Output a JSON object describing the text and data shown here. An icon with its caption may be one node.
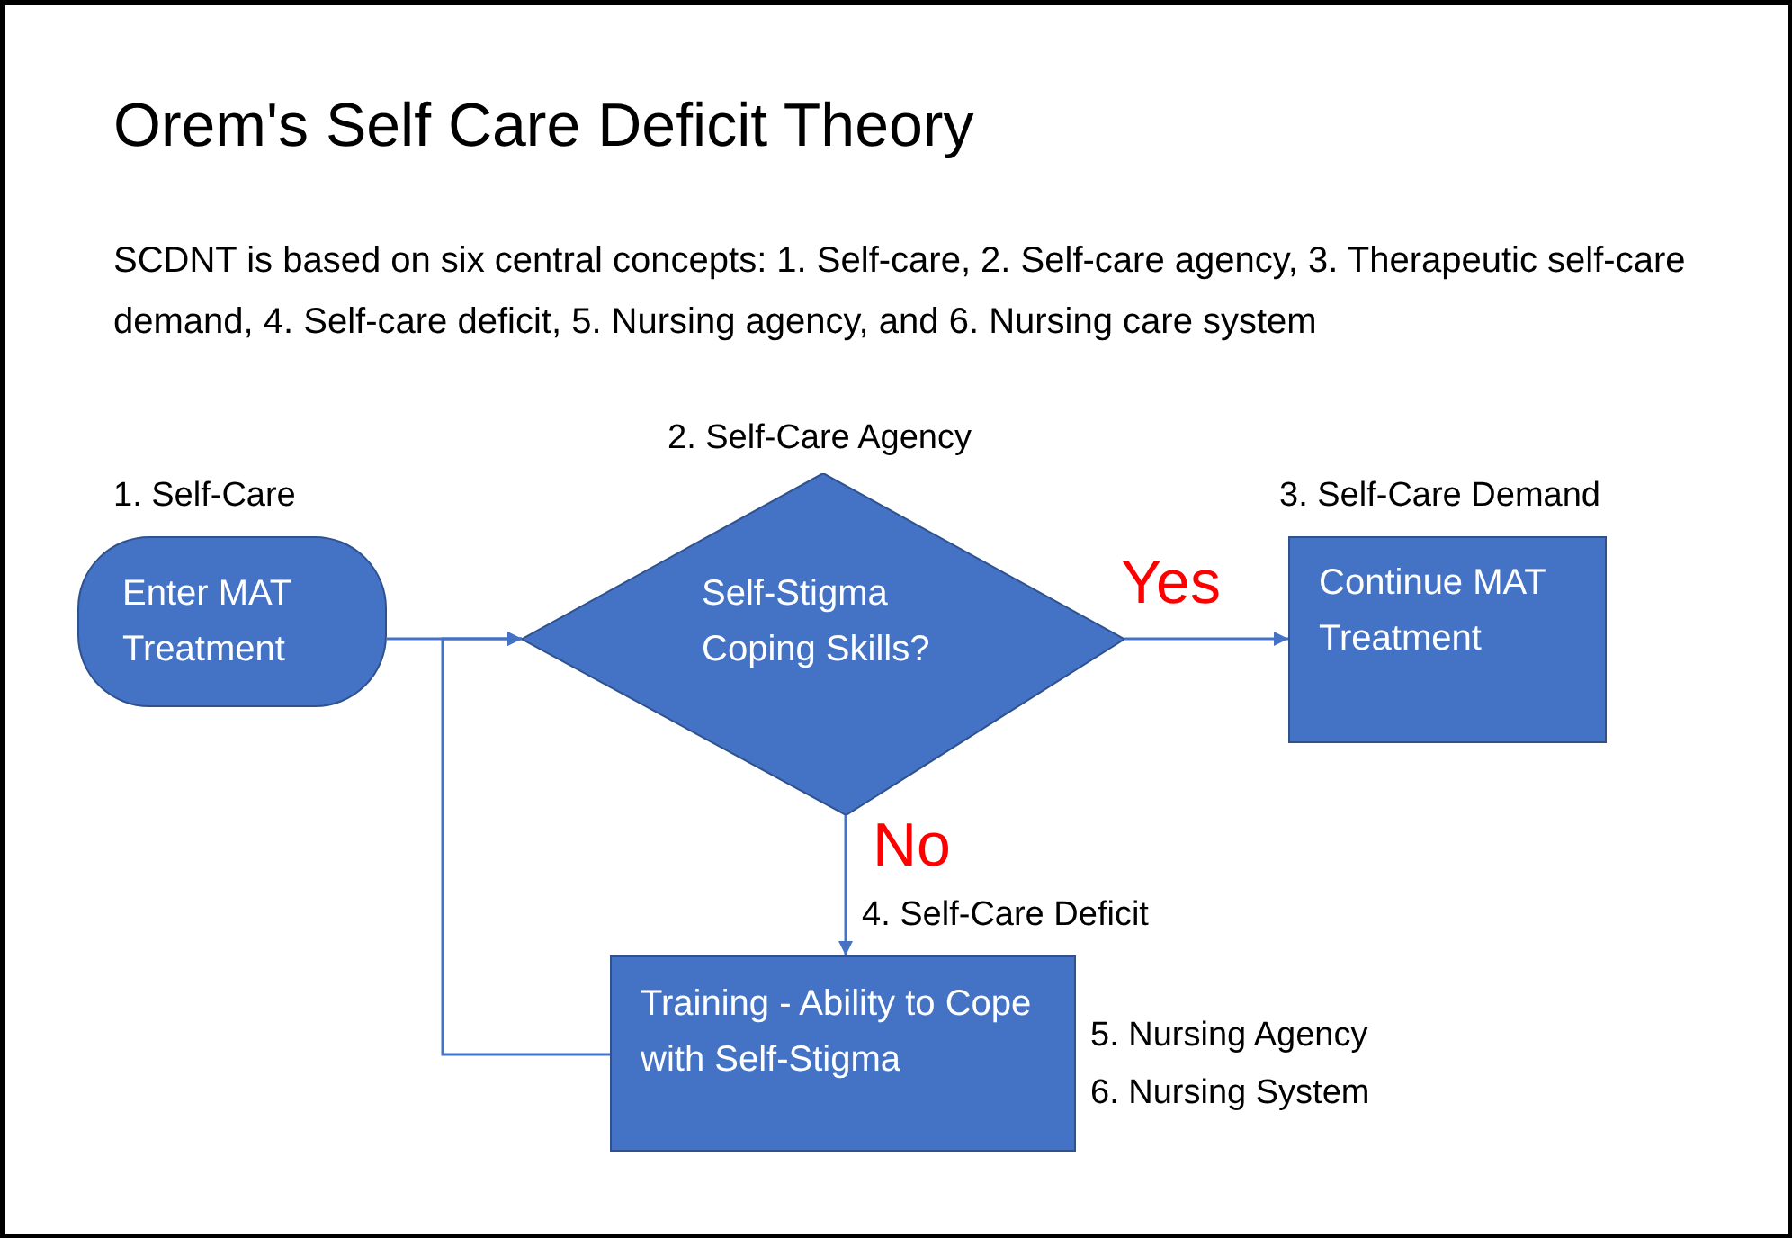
{
  "diagram": {
    "title": "Orem's Self Care Deficit Theory",
    "nodes": [
      {
        "text": [
          "Enter MAT Treatment"
        ],
        "beside": [
          "1. Self-Care"
        ]
      },
      {
        "text": [
          "Self-Stigma Coping Skills?"
        ],
        "beside": [
          "2. Self-Care Agency"
        ]
      },
      {
        "text": [
          "Continue MAT Treatment"
        ],
        "beside": [
          "3. Self-Care Demand"
        ]
      },
      {
        "text": [
          "Training - Ability to Cope with Self-Stigma"
        ],
        "beside": [
          "5. Nursing Agency",
          "6. Nursing System"
        ]
      }
    ],
    "edges": [
      {
        "from": 0,
        "to": 1,
        "arrow": "to"
      },
      {
        "from": 1,
        "to": 2,
        "arrow": "to",
        "label": "Yes"
      },
      {
        "from": 1,
        "to": 3,
        "arrow": "to",
        "label": "No"
      },
      {
        "from": 3,
        "to": 1,
        "arrow": "to"
      }
    ],
    "labels": [
      "SCDNT is based on six central concepts: 1. Self-care, 2. Self-care agency, 3. Therapeutic self-care demand, 4. Self-care deficit, 5. Nursing agency, and 6. Nursing care system",
      "4. Self-Care Deficit"
    ]
  }
}
